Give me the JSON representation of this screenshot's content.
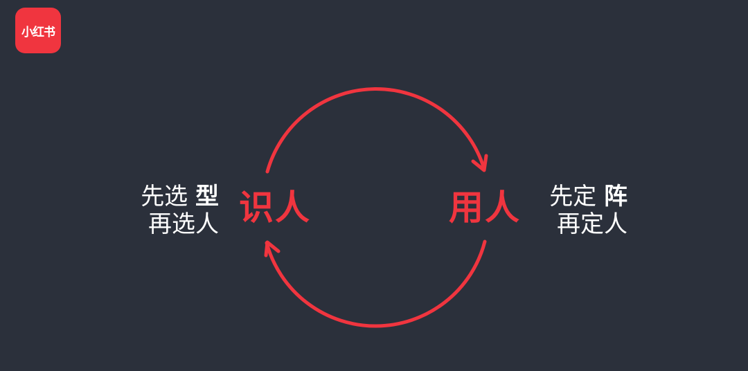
{
  "logo": {
    "text": "小红书",
    "color": "#f0353f"
  },
  "colors": {
    "background": "#2b303b",
    "accent": "#f0353f",
    "text": "#ffffff"
  },
  "diagram": {
    "type": "cycle",
    "left_node": {
      "label": "识人",
      "desc_line1_normal": "先选 ",
      "desc_line1_bold": "型",
      "desc_line2": "再选人"
    },
    "right_node": {
      "label": "用人",
      "desc_line1_normal": "先定 ",
      "desc_line1_bold": "阵",
      "desc_line2": "再定人"
    },
    "arrows": [
      {
        "from": "识人",
        "to": "用人",
        "position": "top"
      },
      {
        "from": "用人",
        "to": "识人",
        "position": "bottom"
      }
    ]
  }
}
